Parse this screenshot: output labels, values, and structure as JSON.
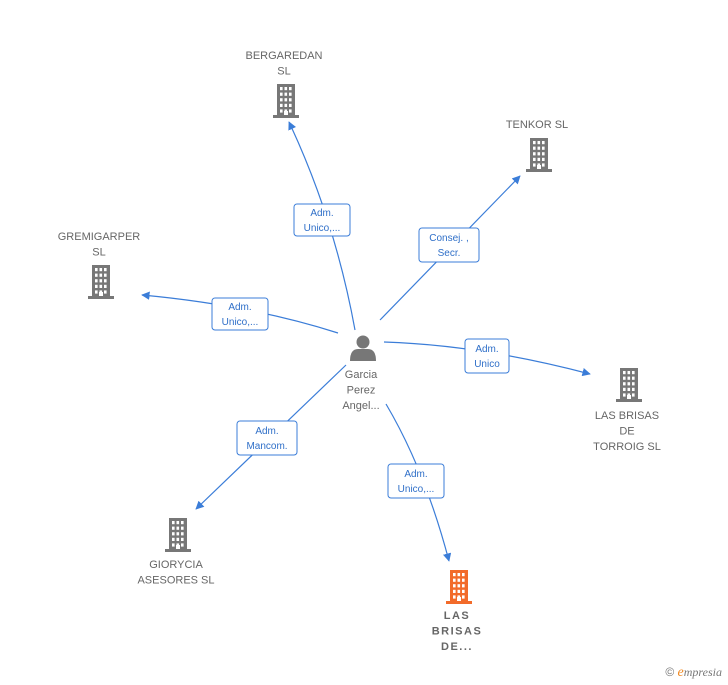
{
  "center": {
    "label_lines": [
      "Garcia",
      "Perez",
      "Angel..."
    ]
  },
  "companies": [
    {
      "id": "bergaredan",
      "label_lines": [
        "BERGAREDAN",
        "SL"
      ],
      "highlight": false
    },
    {
      "id": "tenkor",
      "label_lines": [
        "TENKOR SL"
      ],
      "highlight": false
    },
    {
      "id": "gremigarper",
      "label_lines": [
        "GREMIGARPER",
        "SL"
      ],
      "highlight": false
    },
    {
      "id": "brisas-torroig",
      "label_lines": [
        "LAS BRISAS",
        "DE",
        "TORROIG  SL"
      ],
      "highlight": false
    },
    {
      "id": "giorycia",
      "label_lines": [
        "GIORYCIA",
        "ASESORES SL"
      ],
      "highlight": false
    },
    {
      "id": "brisas-de",
      "label_lines": [
        "LAS",
        "BRISAS",
        "DE..."
      ],
      "highlight": true
    }
  ],
  "edges": [
    {
      "to": "bergaredan",
      "label_lines": [
        "Adm.",
        "Unico,..."
      ]
    },
    {
      "to": "tenkor",
      "label_lines": [
        "Consej. ,",
        "Secr."
      ]
    },
    {
      "to": "gremigarper",
      "label_lines": [
        "Adm.",
        "Unico,..."
      ]
    },
    {
      "to": "brisas-torroig",
      "label_lines": [
        "Adm.",
        "Unico"
      ]
    },
    {
      "to": "giorycia",
      "label_lines": [
        "Adm.",
        "Mancom."
      ]
    },
    {
      "to": "brisas-de",
      "label_lines": [
        "Adm.",
        "Unico,..."
      ]
    }
  ],
  "colors": {
    "edge": "#3b7dd8",
    "building": "#777777",
    "building_highlight": "#f26b2a",
    "person": "#777777"
  },
  "footer": {
    "copyright": "©",
    "brand_e": "e",
    "brand_rest": "mpresia"
  }
}
